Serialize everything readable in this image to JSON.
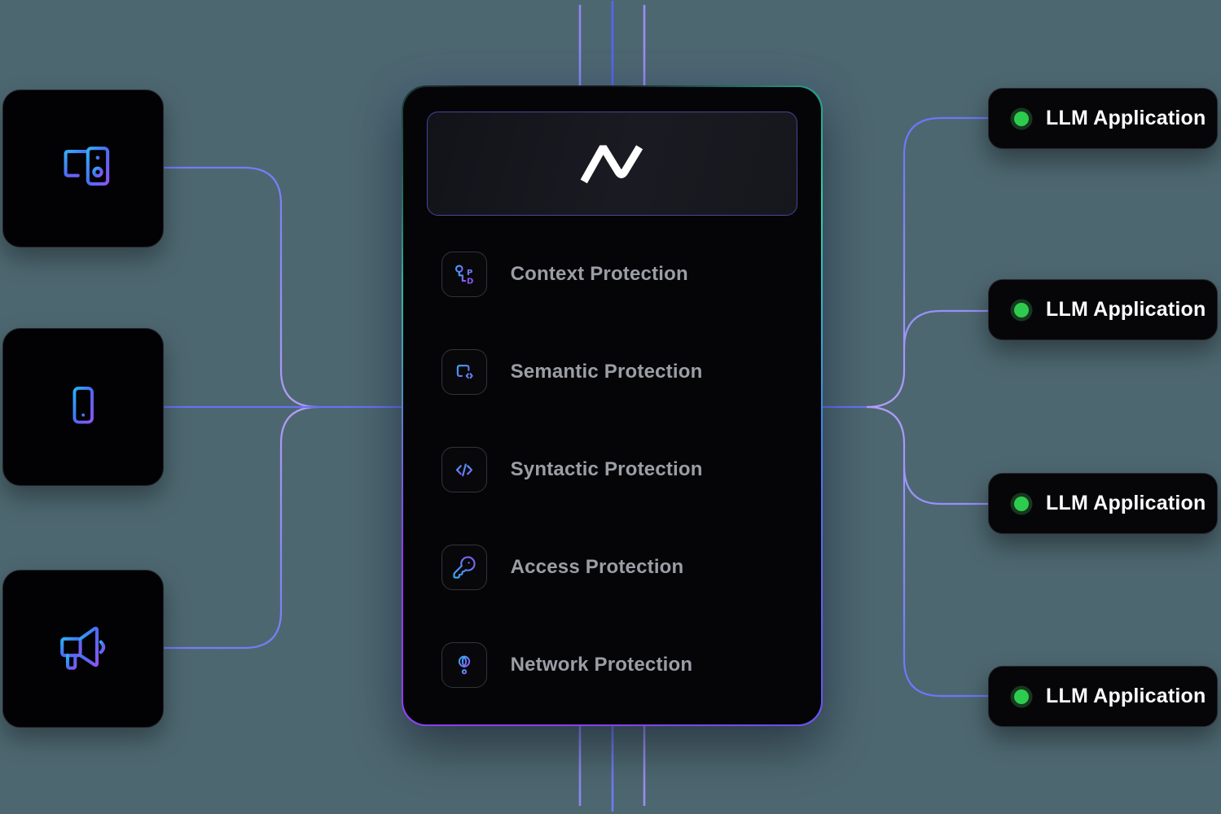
{
  "diagram": {
    "background_color": "#4d6770",
    "sources": {
      "items": [
        {
          "icon": "desktop-computer-icon"
        },
        {
          "icon": "smartphone-icon"
        },
        {
          "icon": "megaphone-icon"
        }
      ]
    },
    "gateway": {
      "logo_icon": "n-zigzag-logo-icon",
      "items": [
        {
          "icon": "schema-nodes-icon",
          "label": "Context Protection"
        },
        {
          "icon": "code-window-icon",
          "label": "Semantic Protection"
        },
        {
          "icon": "code-brackets-icon",
          "label": "Syntactic Protection"
        },
        {
          "icon": "key-icon",
          "label": "Access Protection"
        },
        {
          "icon": "globe-network-icon",
          "label": "Network Protection"
        }
      ]
    },
    "applications": {
      "status_color": "#2ecc4e",
      "items": [
        {
          "label": "LLM Application"
        },
        {
          "label": "LLM Application"
        },
        {
          "label": "LLM Application"
        },
        {
          "label": "LLM Application"
        }
      ]
    },
    "colors": {
      "connector_blue": "#6b77f6",
      "connector_purple": "#ab97fa",
      "icon_gradient_start": "#35aef7",
      "icon_gradient_end": "#8b55f3",
      "panel_border_teal": "#2ecfae",
      "panel_border_purple": "#8d40f5",
      "status_green": "#2ecc4e"
    }
  }
}
